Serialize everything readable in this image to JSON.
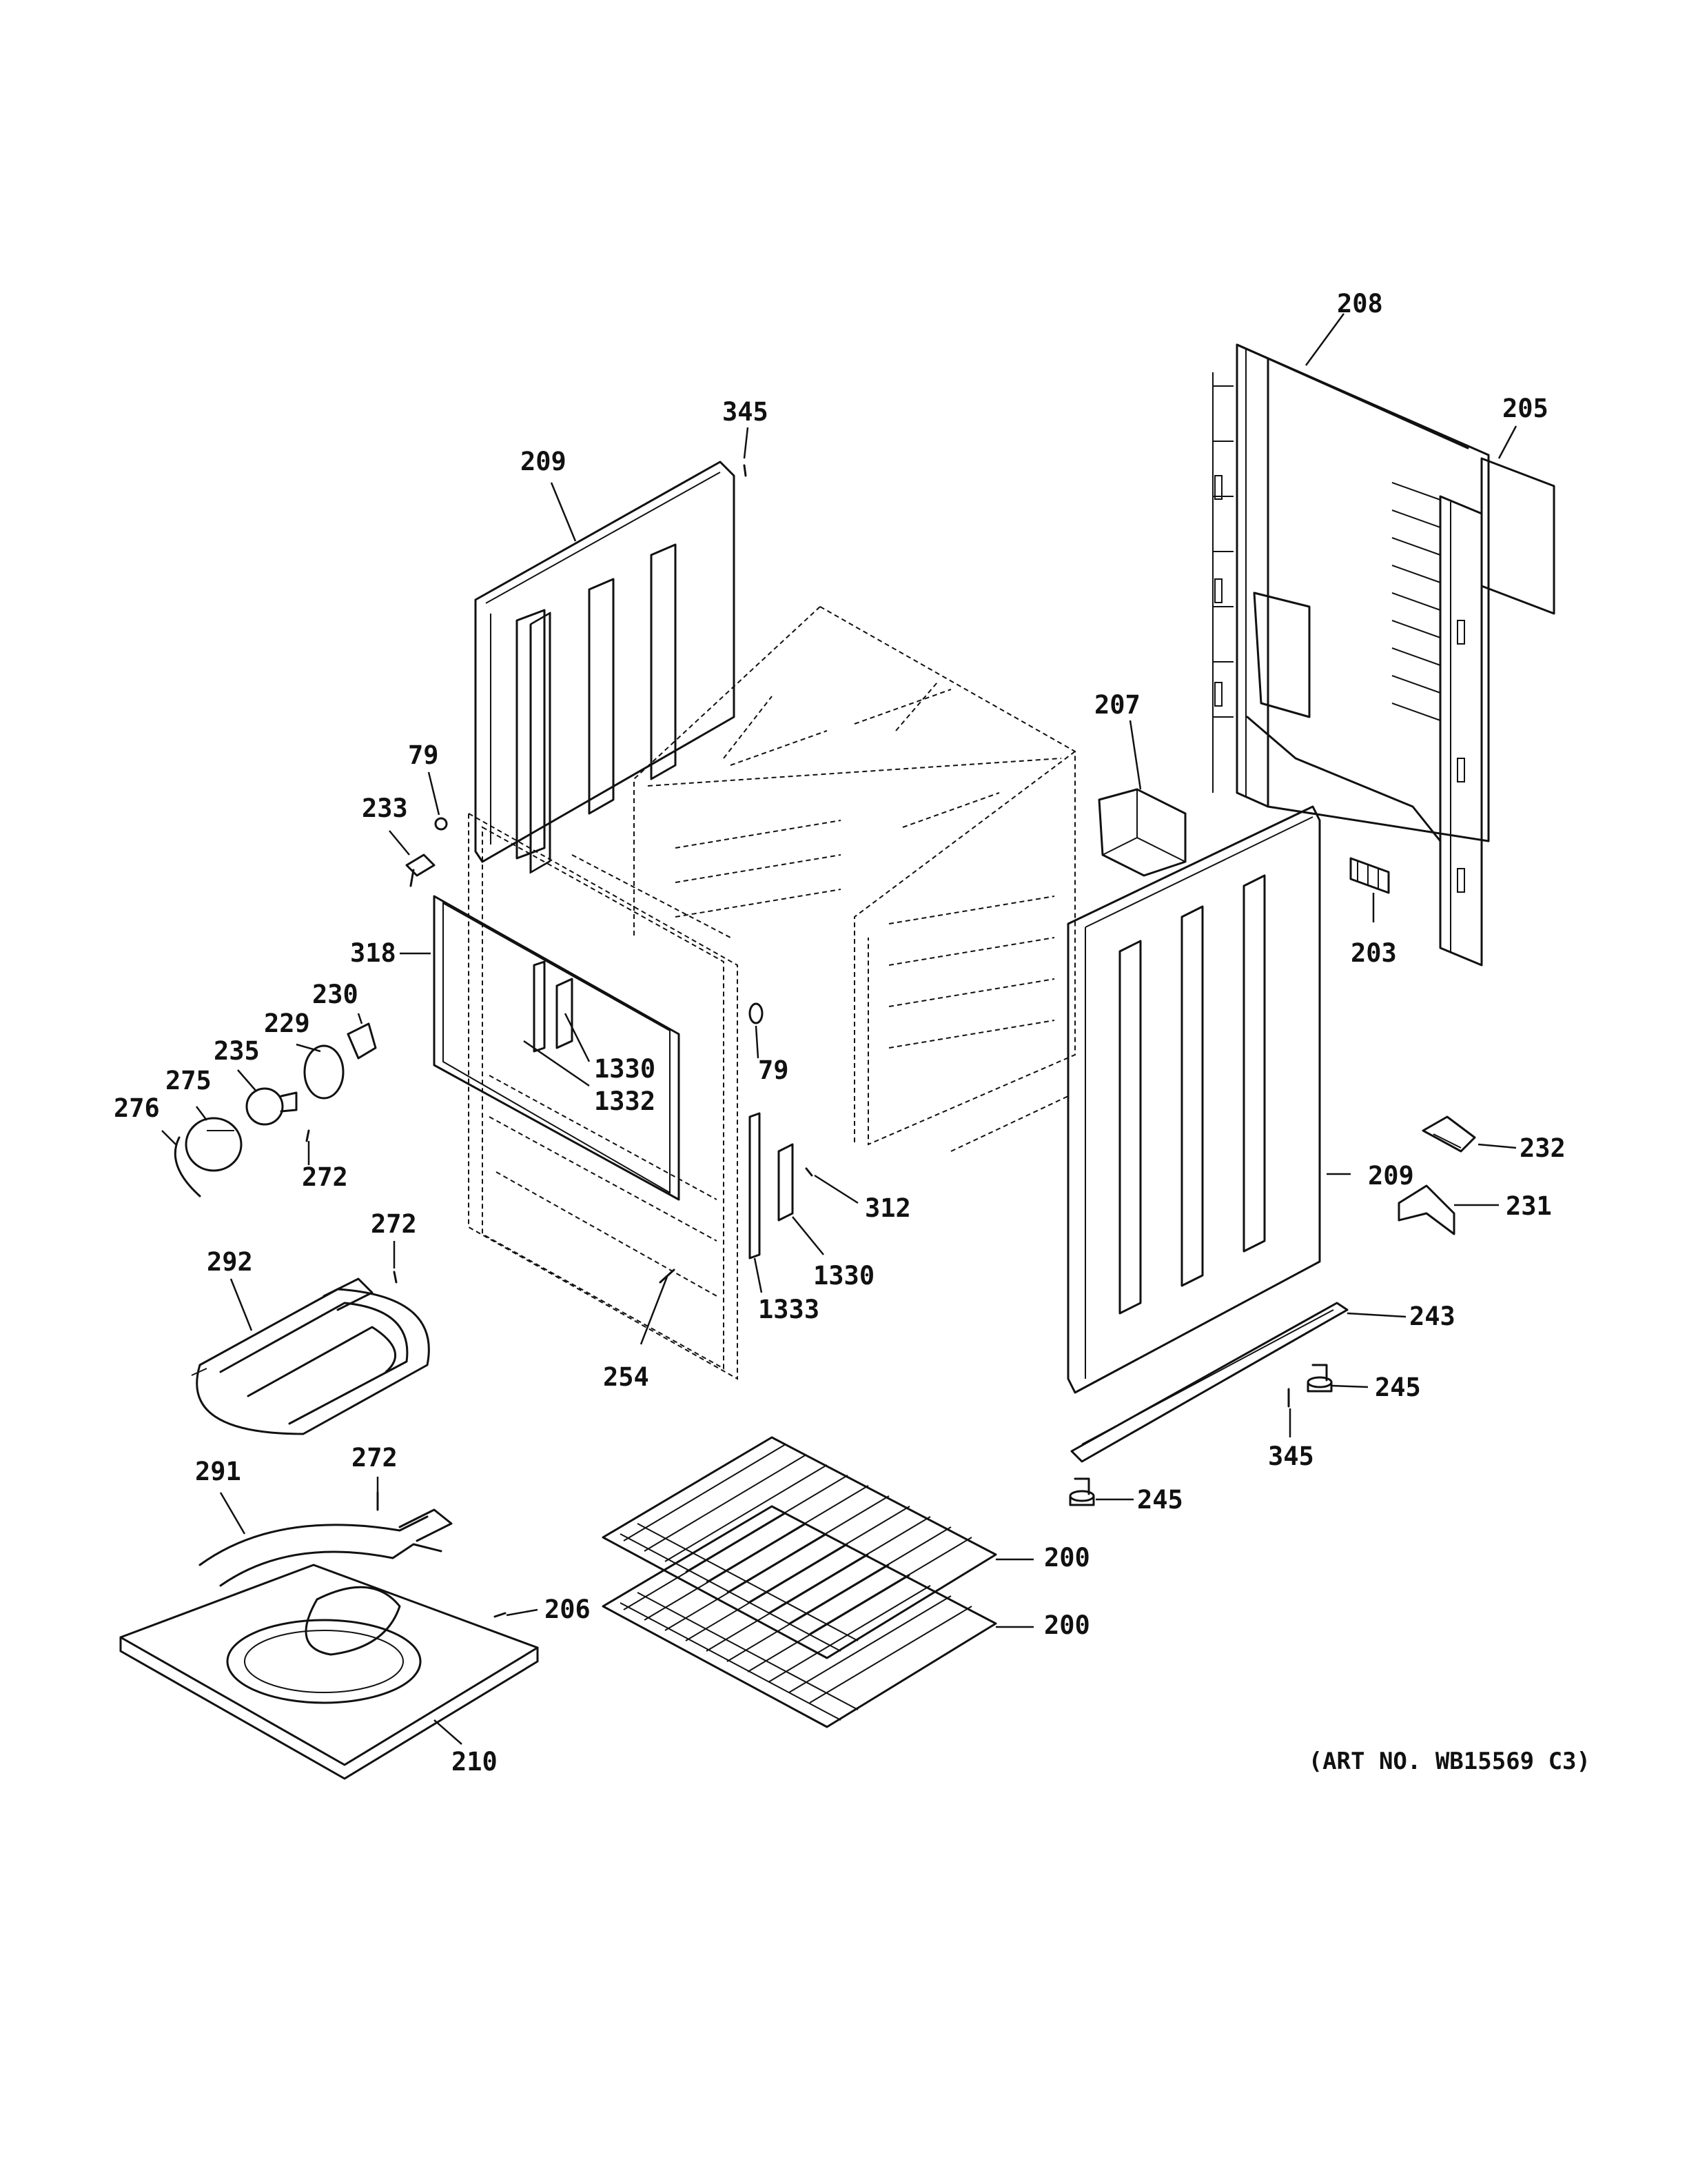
{
  "art_number": "(ART NO. WB15569 C3)",
  "callouts": [
    {
      "id": "c208a",
      "text": "208"
    },
    {
      "id": "c205",
      "text": "205"
    },
    {
      "id": "c345a",
      "text": "345"
    },
    {
      "id": "c209a",
      "text": "209"
    },
    {
      "id": "c207",
      "text": "207"
    },
    {
      "id": "c79a",
      "text": "79"
    },
    {
      "id": "c233",
      "text": "233"
    },
    {
      "id": "c203",
      "text": "203"
    },
    {
      "id": "c318",
      "text": "318"
    },
    {
      "id": "c230",
      "text": "230"
    },
    {
      "id": "c229",
      "text": "229"
    },
    {
      "id": "c235",
      "text": "235"
    },
    {
      "id": "c275",
      "text": "275"
    },
    {
      "id": "c276",
      "text": "276"
    },
    {
      "id": "c1330a",
      "text": "1330"
    },
    {
      "id": "c79b",
      "text": "79"
    },
    {
      "id": "c1332",
      "text": "1332"
    },
    {
      "id": "c209b",
      "text": "209"
    },
    {
      "id": "c272a",
      "text": "272"
    },
    {
      "id": "c232",
      "text": "232"
    },
    {
      "id": "c312",
      "text": "312"
    },
    {
      "id": "c231",
      "text": "231"
    },
    {
      "id": "c272b",
      "text": "272"
    },
    {
      "id": "c292",
      "text": "292"
    },
    {
      "id": "c1330b",
      "text": "1330"
    },
    {
      "id": "c1333",
      "text": "1333"
    },
    {
      "id": "c243",
      "text": "243"
    },
    {
      "id": "c254",
      "text": "254"
    },
    {
      "id": "c245a",
      "text": "245"
    },
    {
      "id": "c272c",
      "text": "272"
    },
    {
      "id": "c345b",
      "text": "345"
    },
    {
      "id": "c291",
      "text": "291"
    },
    {
      "id": "c245b",
      "text": "245"
    },
    {
      "id": "c200a",
      "text": "200"
    },
    {
      "id": "c206",
      "text": "206"
    },
    {
      "id": "c200b",
      "text": "200"
    },
    {
      "id": "c210",
      "text": "210"
    }
  ]
}
